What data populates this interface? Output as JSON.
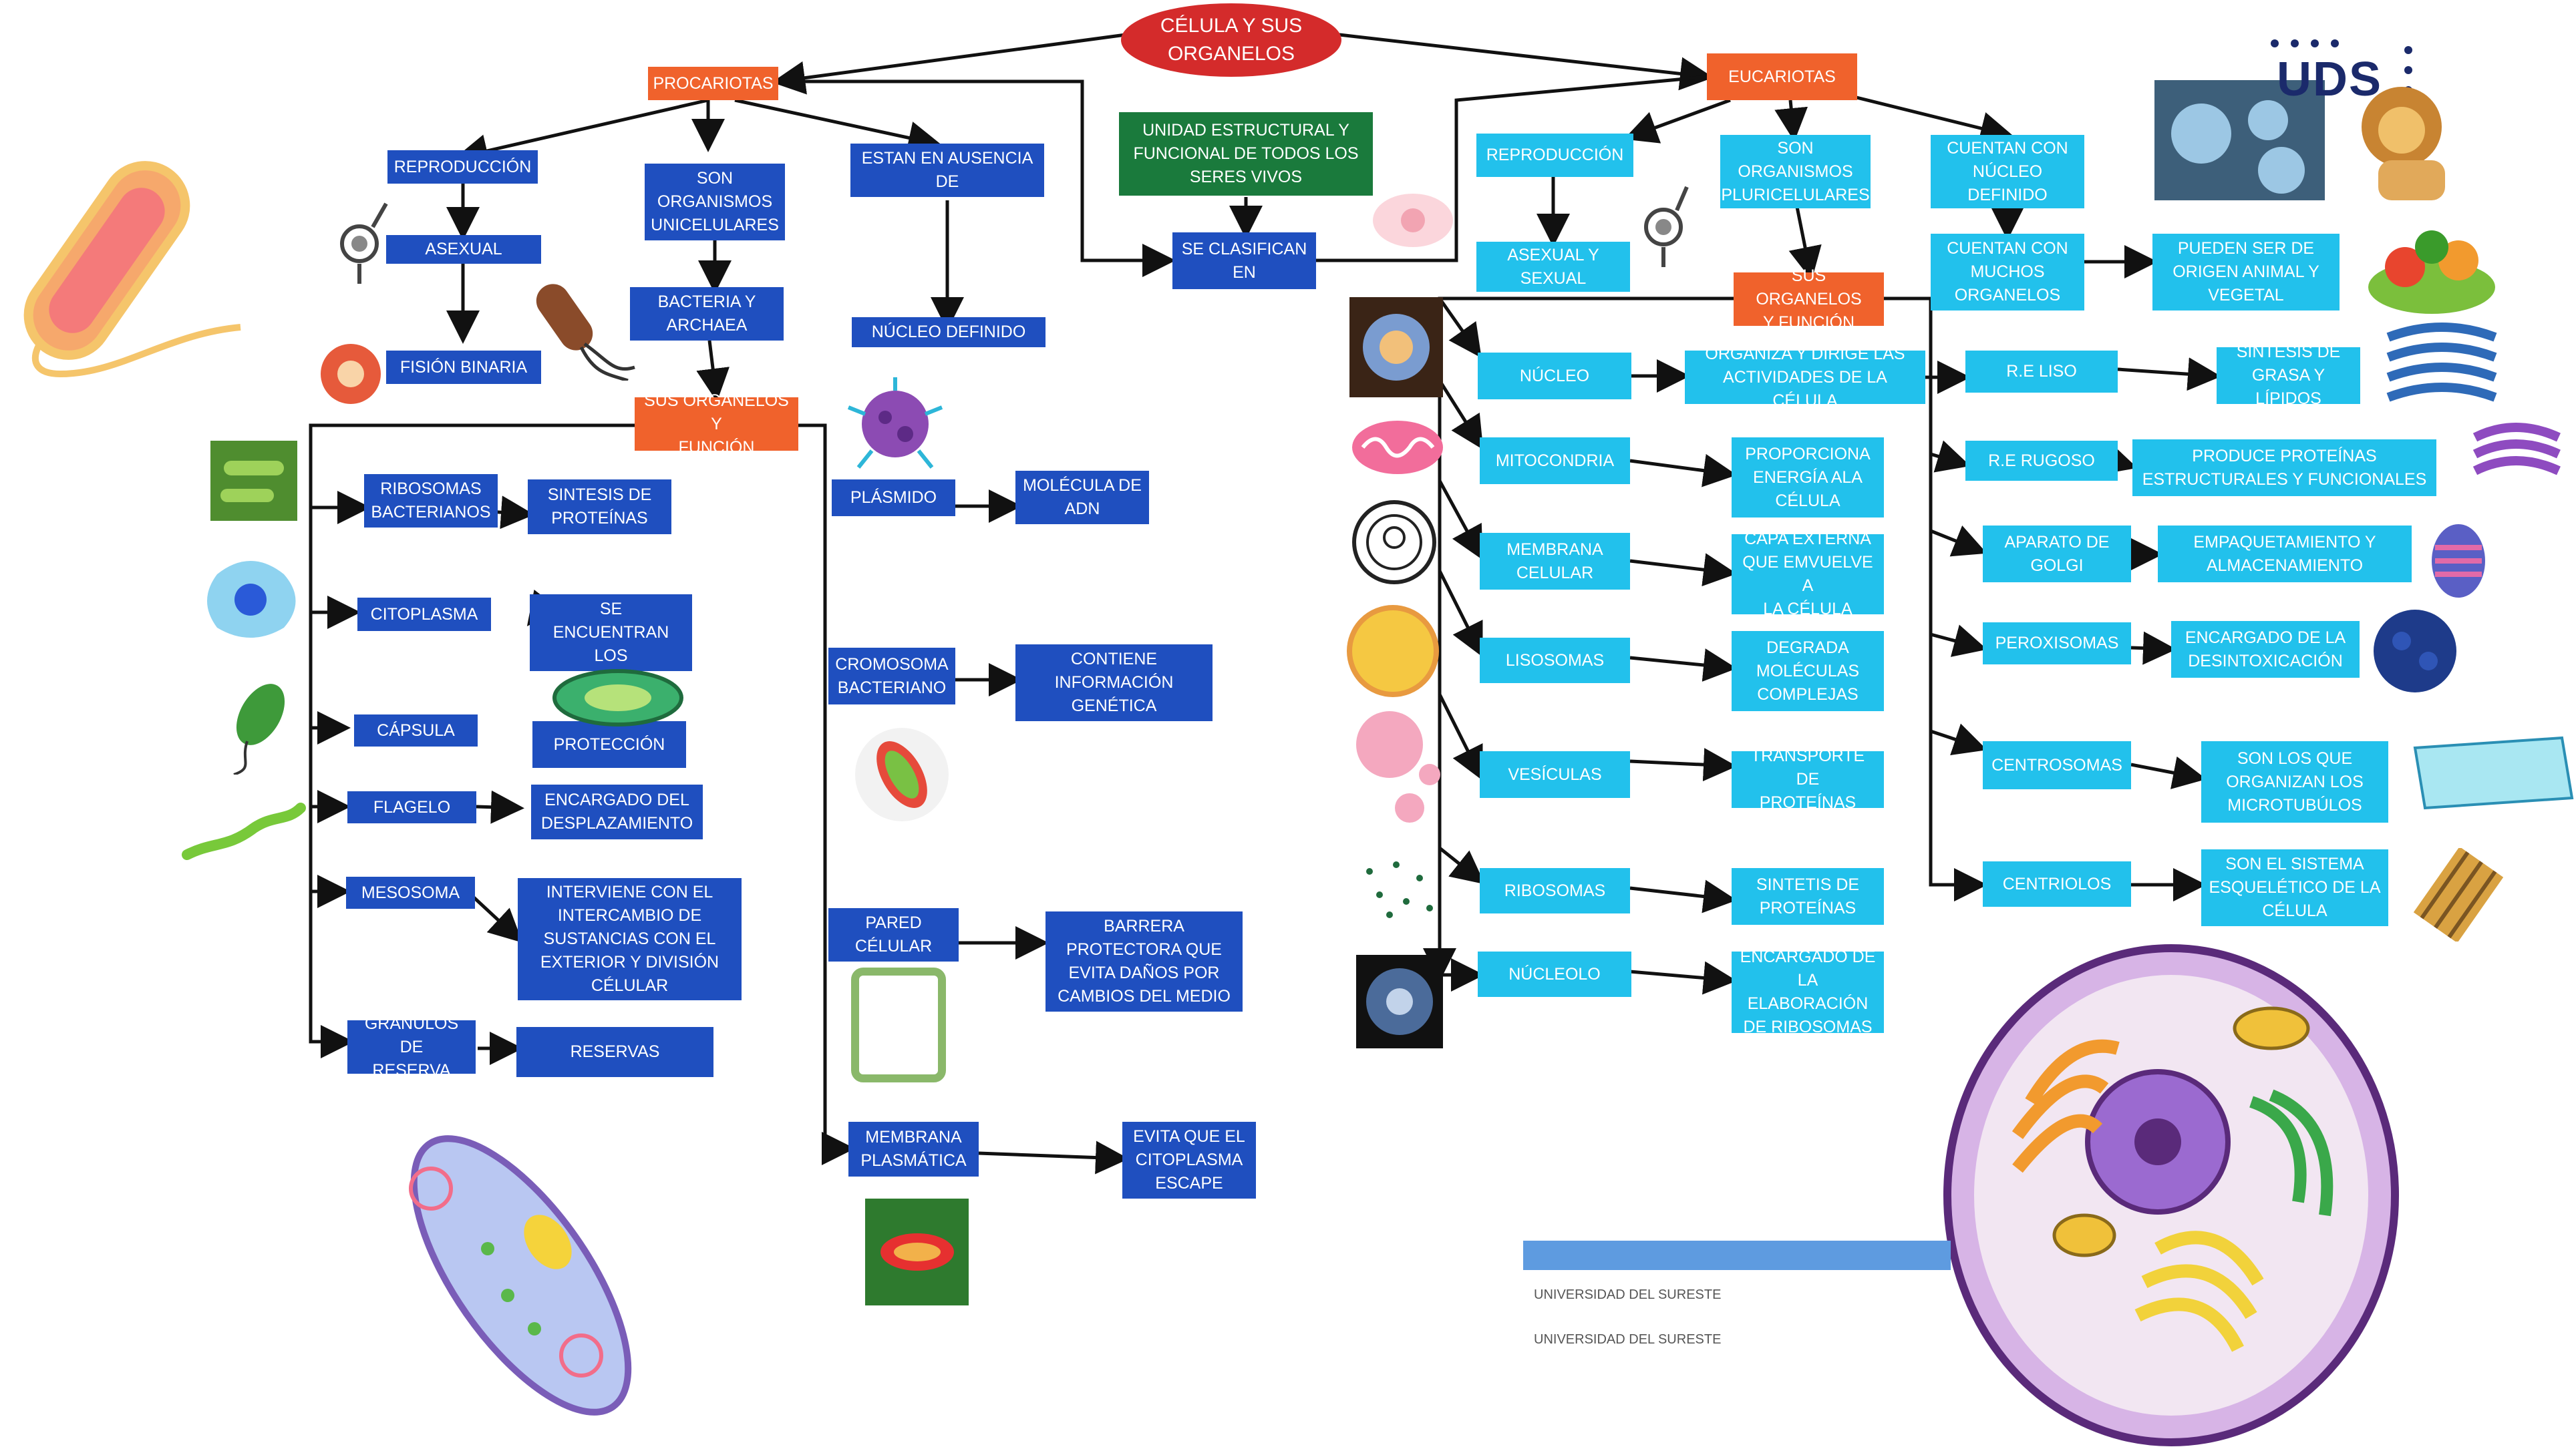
{
  "title": "CÉLULA Y SUS\nORGANELOS",
  "procariotas": {
    "header": "PROCARIOTAS",
    "reproduccion": "REPRODUCCIÓN",
    "asexual": "ASEXUAL",
    "fision": "FISIÓN BINARIA",
    "unicelulares": "SON\nORGANISMOS\nUNICELULARES",
    "bacteria": "BACTERIA Y\nARCHAEA",
    "ausencia": "ESTAN EN AUSENCIA\nDE",
    "nucleo_definido": "NÚCLEO DEFINIDO",
    "organelos": "SUS ORGANELOS Y\nFUNCIÓN",
    "ribosomas": "RIBOSOMAS\nBACTERIANOS",
    "ribosomas_f": "SINTESIS DE\nPROTEÍNAS",
    "citoplasma": "CITOPLASMA",
    "citoplasma_f": "LIQUIDO DONDE SE\nENCUENTRAN LOS\nORGANELOS",
    "capsula": "CÁPSULA",
    "capsula_f": "PROTECCIÓN",
    "flagelo": "FLAGELO",
    "flagelo_f": "ENCARGADO DEL\nDESPLAZAMIENTO",
    "mesosoma": "MESOSOMA",
    "mesosoma_f": "INTERVIENE CON EL\nINTERCAMBIO DE\nSUSTANCIAS CON EL\nEXTERIOR Y DIVISIÓN\nCÉLULAR",
    "granulos": "GRÁNULOS DE\nRESERVA",
    "granulos_f": "RESERVAS",
    "plasmido": "PLÁSMIDO",
    "plasmido_f": "MOLÉCULA DE\nADN",
    "cromosoma": "CROMOSOMA\nBACTERIANO",
    "cromosoma_f": "CONTIENE\nINFORMACIÓN\nGENÉTICA",
    "pared": "PARED\nCÉLULAR",
    "pared_f": "BARRERA\nPROTECTORA QUE\nEVITA DAÑOS POR\nCAMBIOS DEL MEDIO",
    "membrana": "MEMBRANA\nPLASMÁTICA",
    "membrana_f": "EVITA QUE EL\nCITOPLASMA\nESCAPE"
  },
  "center": {
    "unidad": "UNIDAD ESTRUCTURAL Y\nFUNCIONAL DE TODOS LOS\nSERES VIVOS",
    "clasifican": "SE CLASIFICAN\nEN"
  },
  "eucariotas": {
    "header": "EUCARIOTAS",
    "reproduccion": "REPRODUCCIÓN",
    "asexual": "ASEXUAL Y\nSEXUAL",
    "pluricelulares": "SON\nORGANISMOS\nPLURICELULARES",
    "nucleo_def": "CUENTAN CON\nNÚCLEO\nDEFINIDO",
    "muchos": "CUENTAN CON\nMUCHOS\nORGANELOS",
    "origen": "PUEDEN SER DE\nORIGEN ANIMAL Y\nVEGETAL",
    "organelos": "SUS ORGANELOS\nY FUNCIÓN",
    "nucleo": "NÚCLEO",
    "nucleo_f": "ORGANIZA Y DIRIGE LAS\nACTIVIDADES DE LA CÉLULA",
    "mitocondria": "MITOCONDRIA",
    "mitocondria_f": "PROPORCIONA\nENERGÍA ALA\nCÉLULA",
    "membrana": "MEMBRANA\nCELULAR",
    "membrana_f": "CAPA EXTERNA\nQUE EMVUELVE A\nLA CÉLULA",
    "lisosomas": "LISOSOMAS",
    "lisosomas_f": "DEGRADA\nMOLÉCULAS\nCOMPLEJAS",
    "vesiculas": "VESÍCULAS",
    "vesiculas_f": "TRANSPORTE DE\nPROTEÍNAS",
    "ribosomas": "RIBOSOMAS",
    "ribosomas_f": "SINTETIS DE\nPROTEÍNAS",
    "nucleolo": "NÚCLEOLO",
    "nucleolo_f": "ENCARGADO DE\nLA ELABORACIÓN\nDE RIBOSOMAS",
    "re_liso": "R.E LISO",
    "re_liso_f": "SÍNTESIS DE\nGRASA Y LÍPIDOS",
    "re_rugoso": "R.E RUGOSO",
    "re_rugoso_f": "PRODUCE PROTEÍNAS\nESTRUCTURALES  Y FUNCIONALES",
    "golgi": "APARATO DE\nGOLGI",
    "golgi_f": "EMPAQUETAMIENTO Y\nALMACENAMIENTO",
    "peroxisomas": "PEROXISOMAS",
    "peroxisomas_f": "ENCARGADO DE LA\nDESINTOXICACIÓN",
    "centrosomas": "CENTROSOMAS",
    "centrosomas_f": "SON LOS QUE\nORGANIZAN LOS\nMICROTUBÚLOS",
    "centriolos": "CENTRIOLOS",
    "centriolos_f": "SON EL SISTEMA\nESQUELÉTICO DE LA\nCÉLULA"
  },
  "footer": {
    "line1": "UNIVERSIDAD DEL SURESTE",
    "line2": "UNIVERSIDAD DEL SURESTE"
  },
  "logo": {
    "text": "UDS",
    "color": "#1b2a6b"
  },
  "colors": {
    "dark_blue": "#1f4fbf",
    "light_blue": "#22c1ec",
    "orange": "#f0622c",
    "green": "#1a7a3c",
    "red": "#d42b2b"
  },
  "icons": [
    "bacterium-illustration",
    "microscope-icon",
    "flagellated-bacterium-icon",
    "mitochondria-icon",
    "nucleus-icon",
    "cell-membrane-icon",
    "lysosome-icon",
    "vesicle-icon",
    "ribosome-icon",
    "nucleolus-icon",
    "golgi-icon",
    "endoplasmic-reticulum-icon",
    "peroxisome-icon",
    "centrosome-icon",
    "centriole-icon",
    "lion-icon",
    "vegetables-icon",
    "animal-cell-illustration",
    "paramecium-illustration"
  ]
}
